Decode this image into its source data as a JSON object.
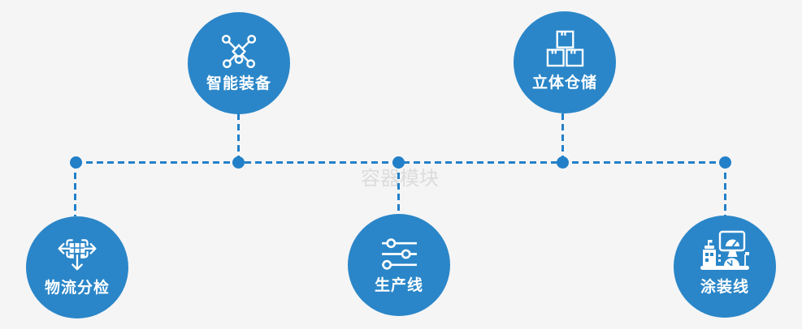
{
  "colors": {
    "background": "#f5f5f6",
    "node_fill": "#2a86c8",
    "connector": "#2280c8",
    "label_text": "#ffffff",
    "watermark_text": "#dcdcdc"
  },
  "watermark": "容器模块",
  "nodes": [
    {
      "label": "智能装备",
      "icon": "network-nodes-icon",
      "row": "top"
    },
    {
      "label": "立体仓储",
      "icon": "stacked-boxes-icon",
      "row": "top"
    },
    {
      "label": "物流分检",
      "icon": "sort-move-icon",
      "row": "bottom"
    },
    {
      "label": "生产线",
      "icon": "sliders-icon",
      "row": "bottom"
    },
    {
      "label": "涂装线",
      "icon": "machine-station-icon",
      "row": "bottom"
    }
  ]
}
